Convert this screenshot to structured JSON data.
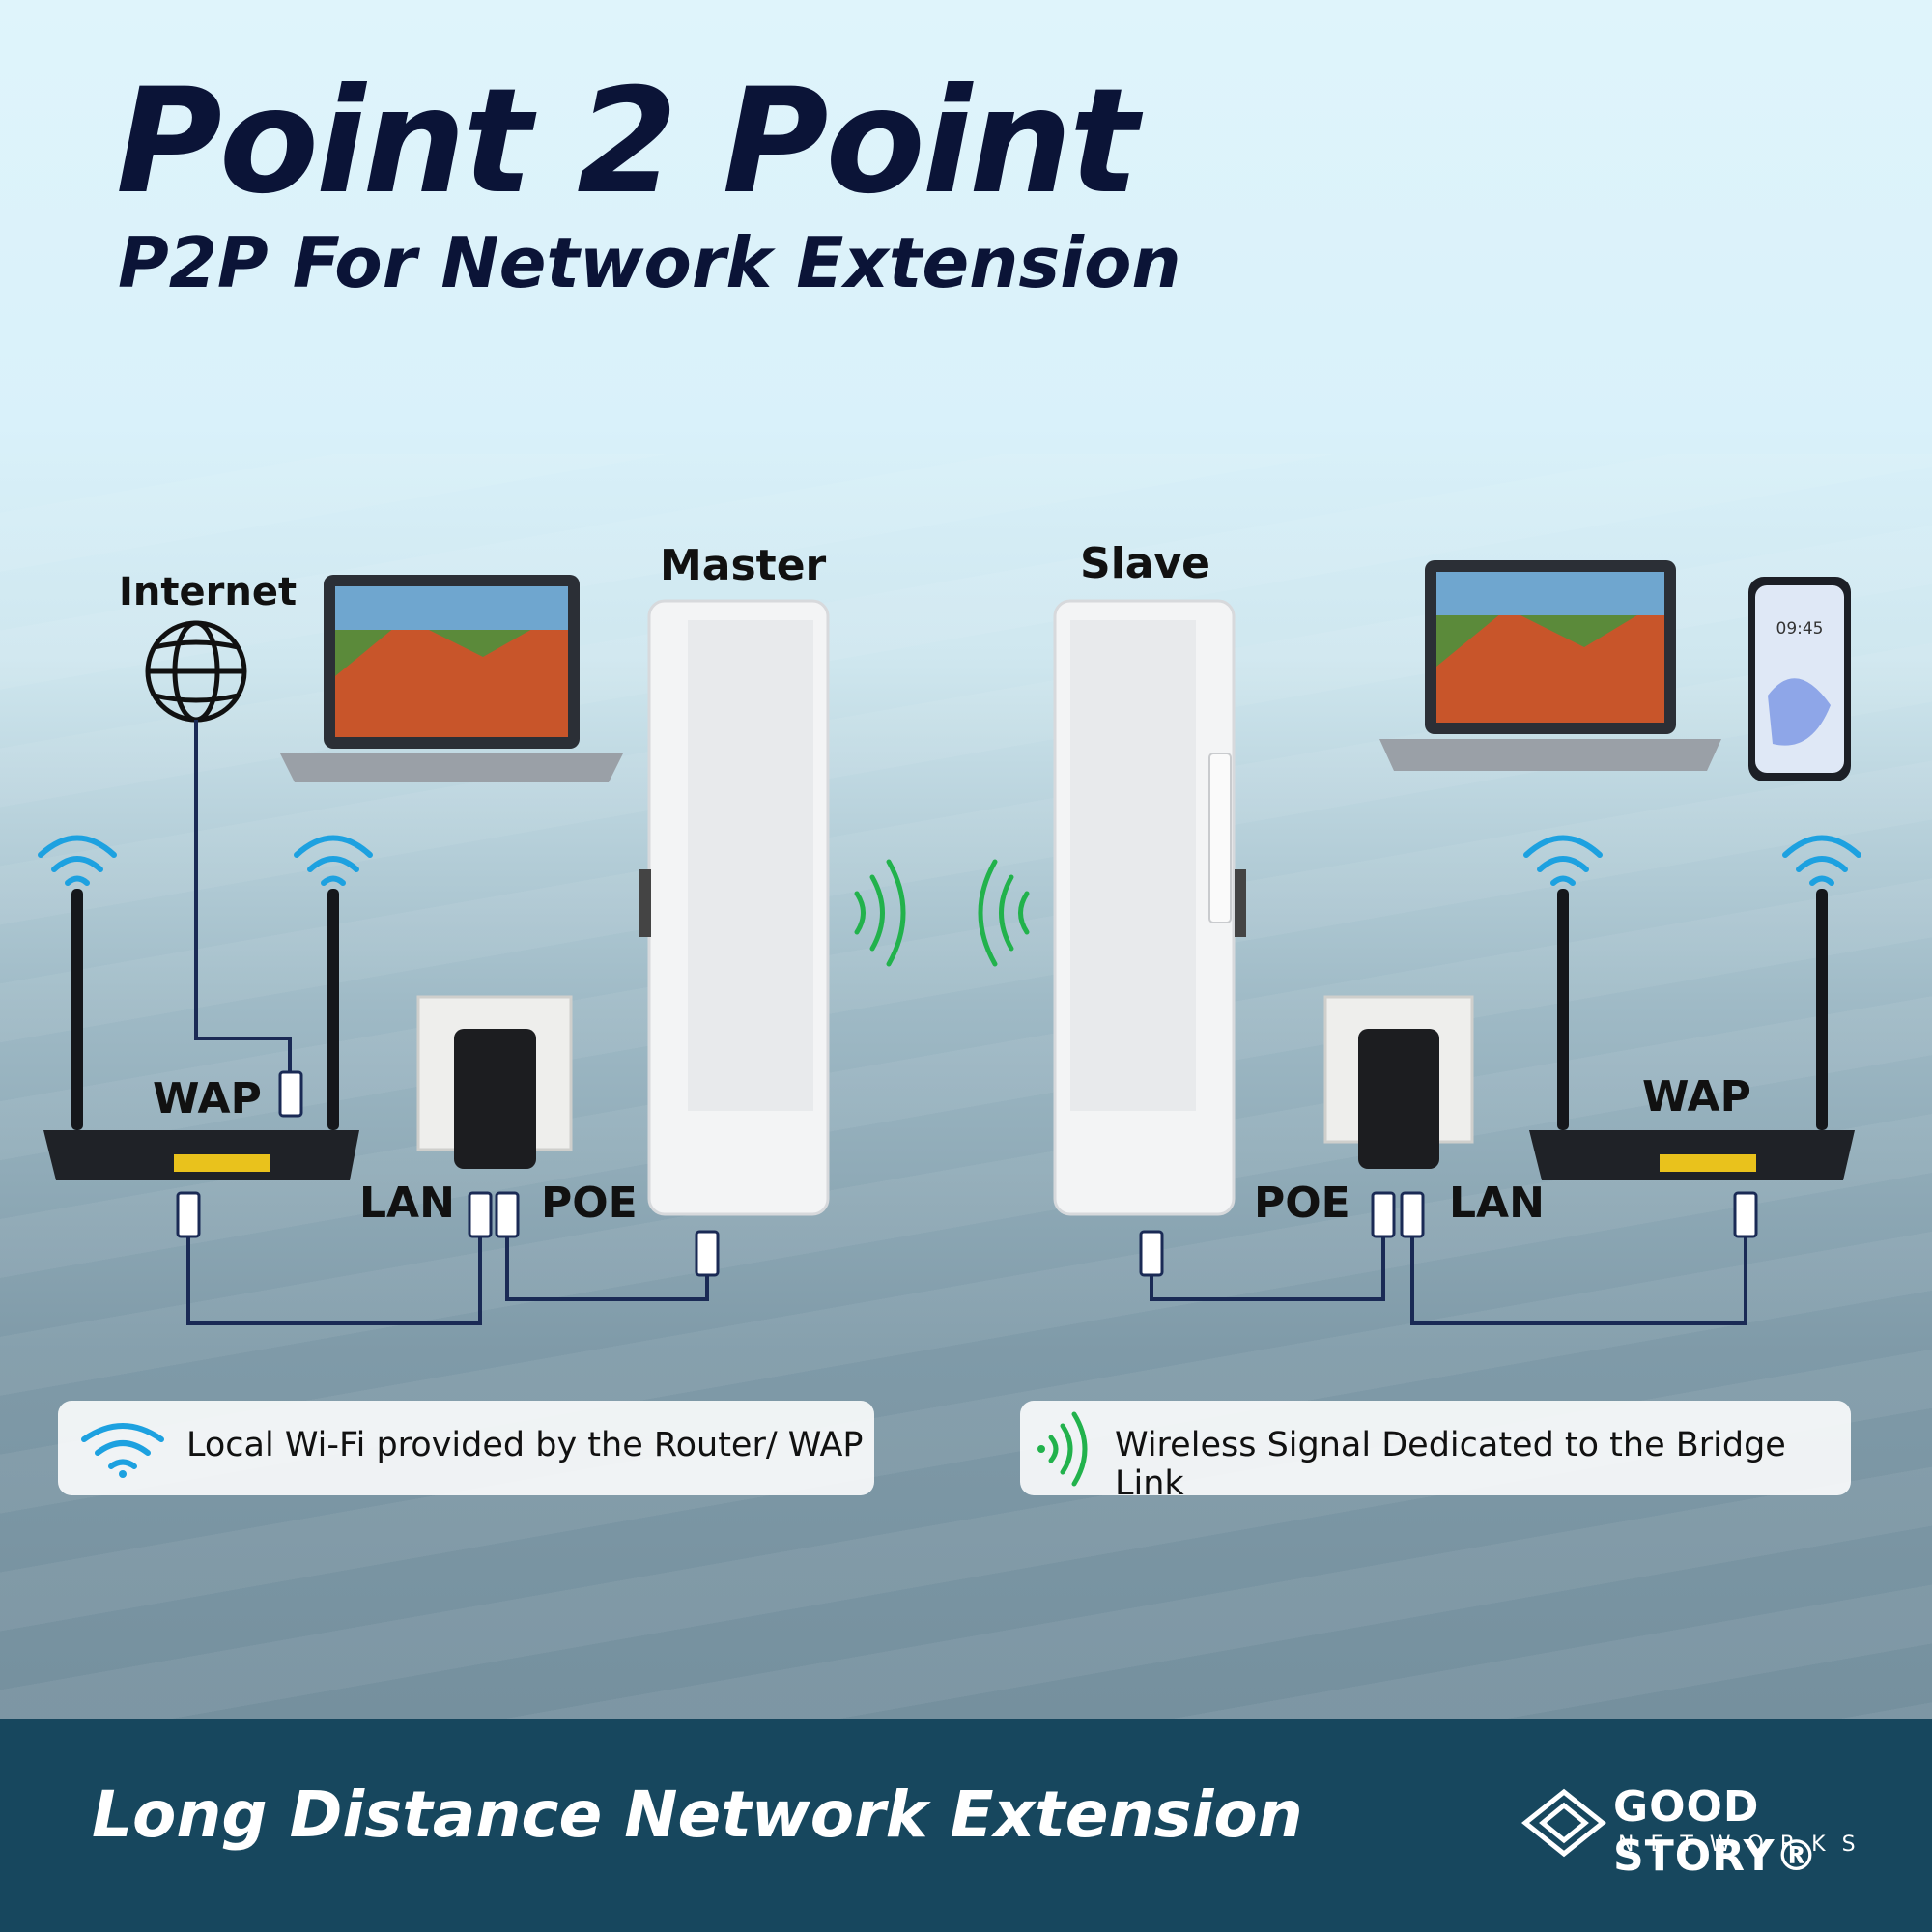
{
  "heading": {
    "title": "Point 2 Point",
    "subtitle": "P2P For Network Extension"
  },
  "labels": {
    "internet": "Internet",
    "master": "Master",
    "slave": "Slave",
    "wap_left": "WAP",
    "wap_right": "WAP",
    "lan_left": "LAN",
    "poe_left": "POE",
    "poe_right": "POE",
    "lan_right": "LAN"
  },
  "phone": {
    "time": "09:45"
  },
  "legend": {
    "wifi": "Local Wi-Fi provided by the Router/ WAP",
    "bridge": "Wireless Signal Dedicated to the Bridge Link"
  },
  "footer": {
    "tagline": "Long Distance Network Extension",
    "brand_name": "GOOD STORY®",
    "brand_sub": "NETWORKS"
  },
  "colors": {
    "title": "#0b1437",
    "wifi_icon": "#1da1e0",
    "bridge_signal": "#22b24c",
    "footer_band": "#17475e",
    "cable": "#1a2a55"
  }
}
